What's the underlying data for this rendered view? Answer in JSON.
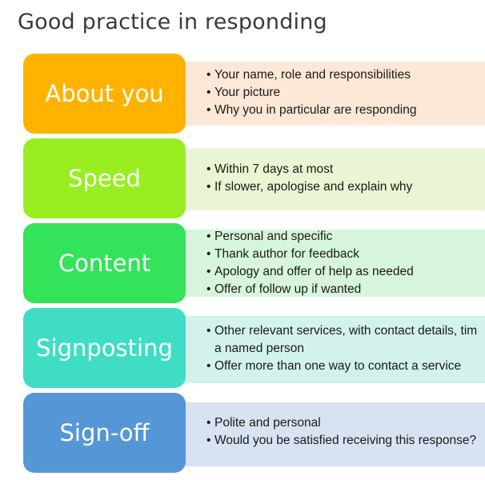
{
  "title": "Good practice in responding",
  "rows": [
    {
      "label": "About you",
      "block_color": "#FFB300",
      "panel_color": "#FDE7D6",
      "bullets": [
        "Your name, role and responsibilities",
        "Your picture",
        "Why you in particular are responding"
      ]
    },
    {
      "label": "Speed",
      "block_color": "#99EE22",
      "panel_color": "#EAF6D3",
      "bullets": [
        "Within 7 days at most",
        "If slower, apologise and explain why"
      ]
    },
    {
      "label": "Content",
      "block_color": "#33E35A",
      "panel_color": "#D7F5DA",
      "bullets": [
        "Personal and specific",
        "Thank author for feedback",
        "Apology and offer of help as needed",
        "Offer of follow up if wanted"
      ]
    },
    {
      "label": "Signposting",
      "block_color": "#3FDDC3",
      "panel_color": "#D3F2EC",
      "bullets": [
        "Other relevant services, with contact details, tim",
        "a named person",
        "Offer more than one way to contact a service"
      ]
    },
    {
      "label": "Sign-off",
      "block_color": "#5597D6",
      "panel_color": "#D8E2F2",
      "bullets": [
        "Polite and personal",
        "Would you be satisfied receiving this response?"
      ]
    }
  ]
}
